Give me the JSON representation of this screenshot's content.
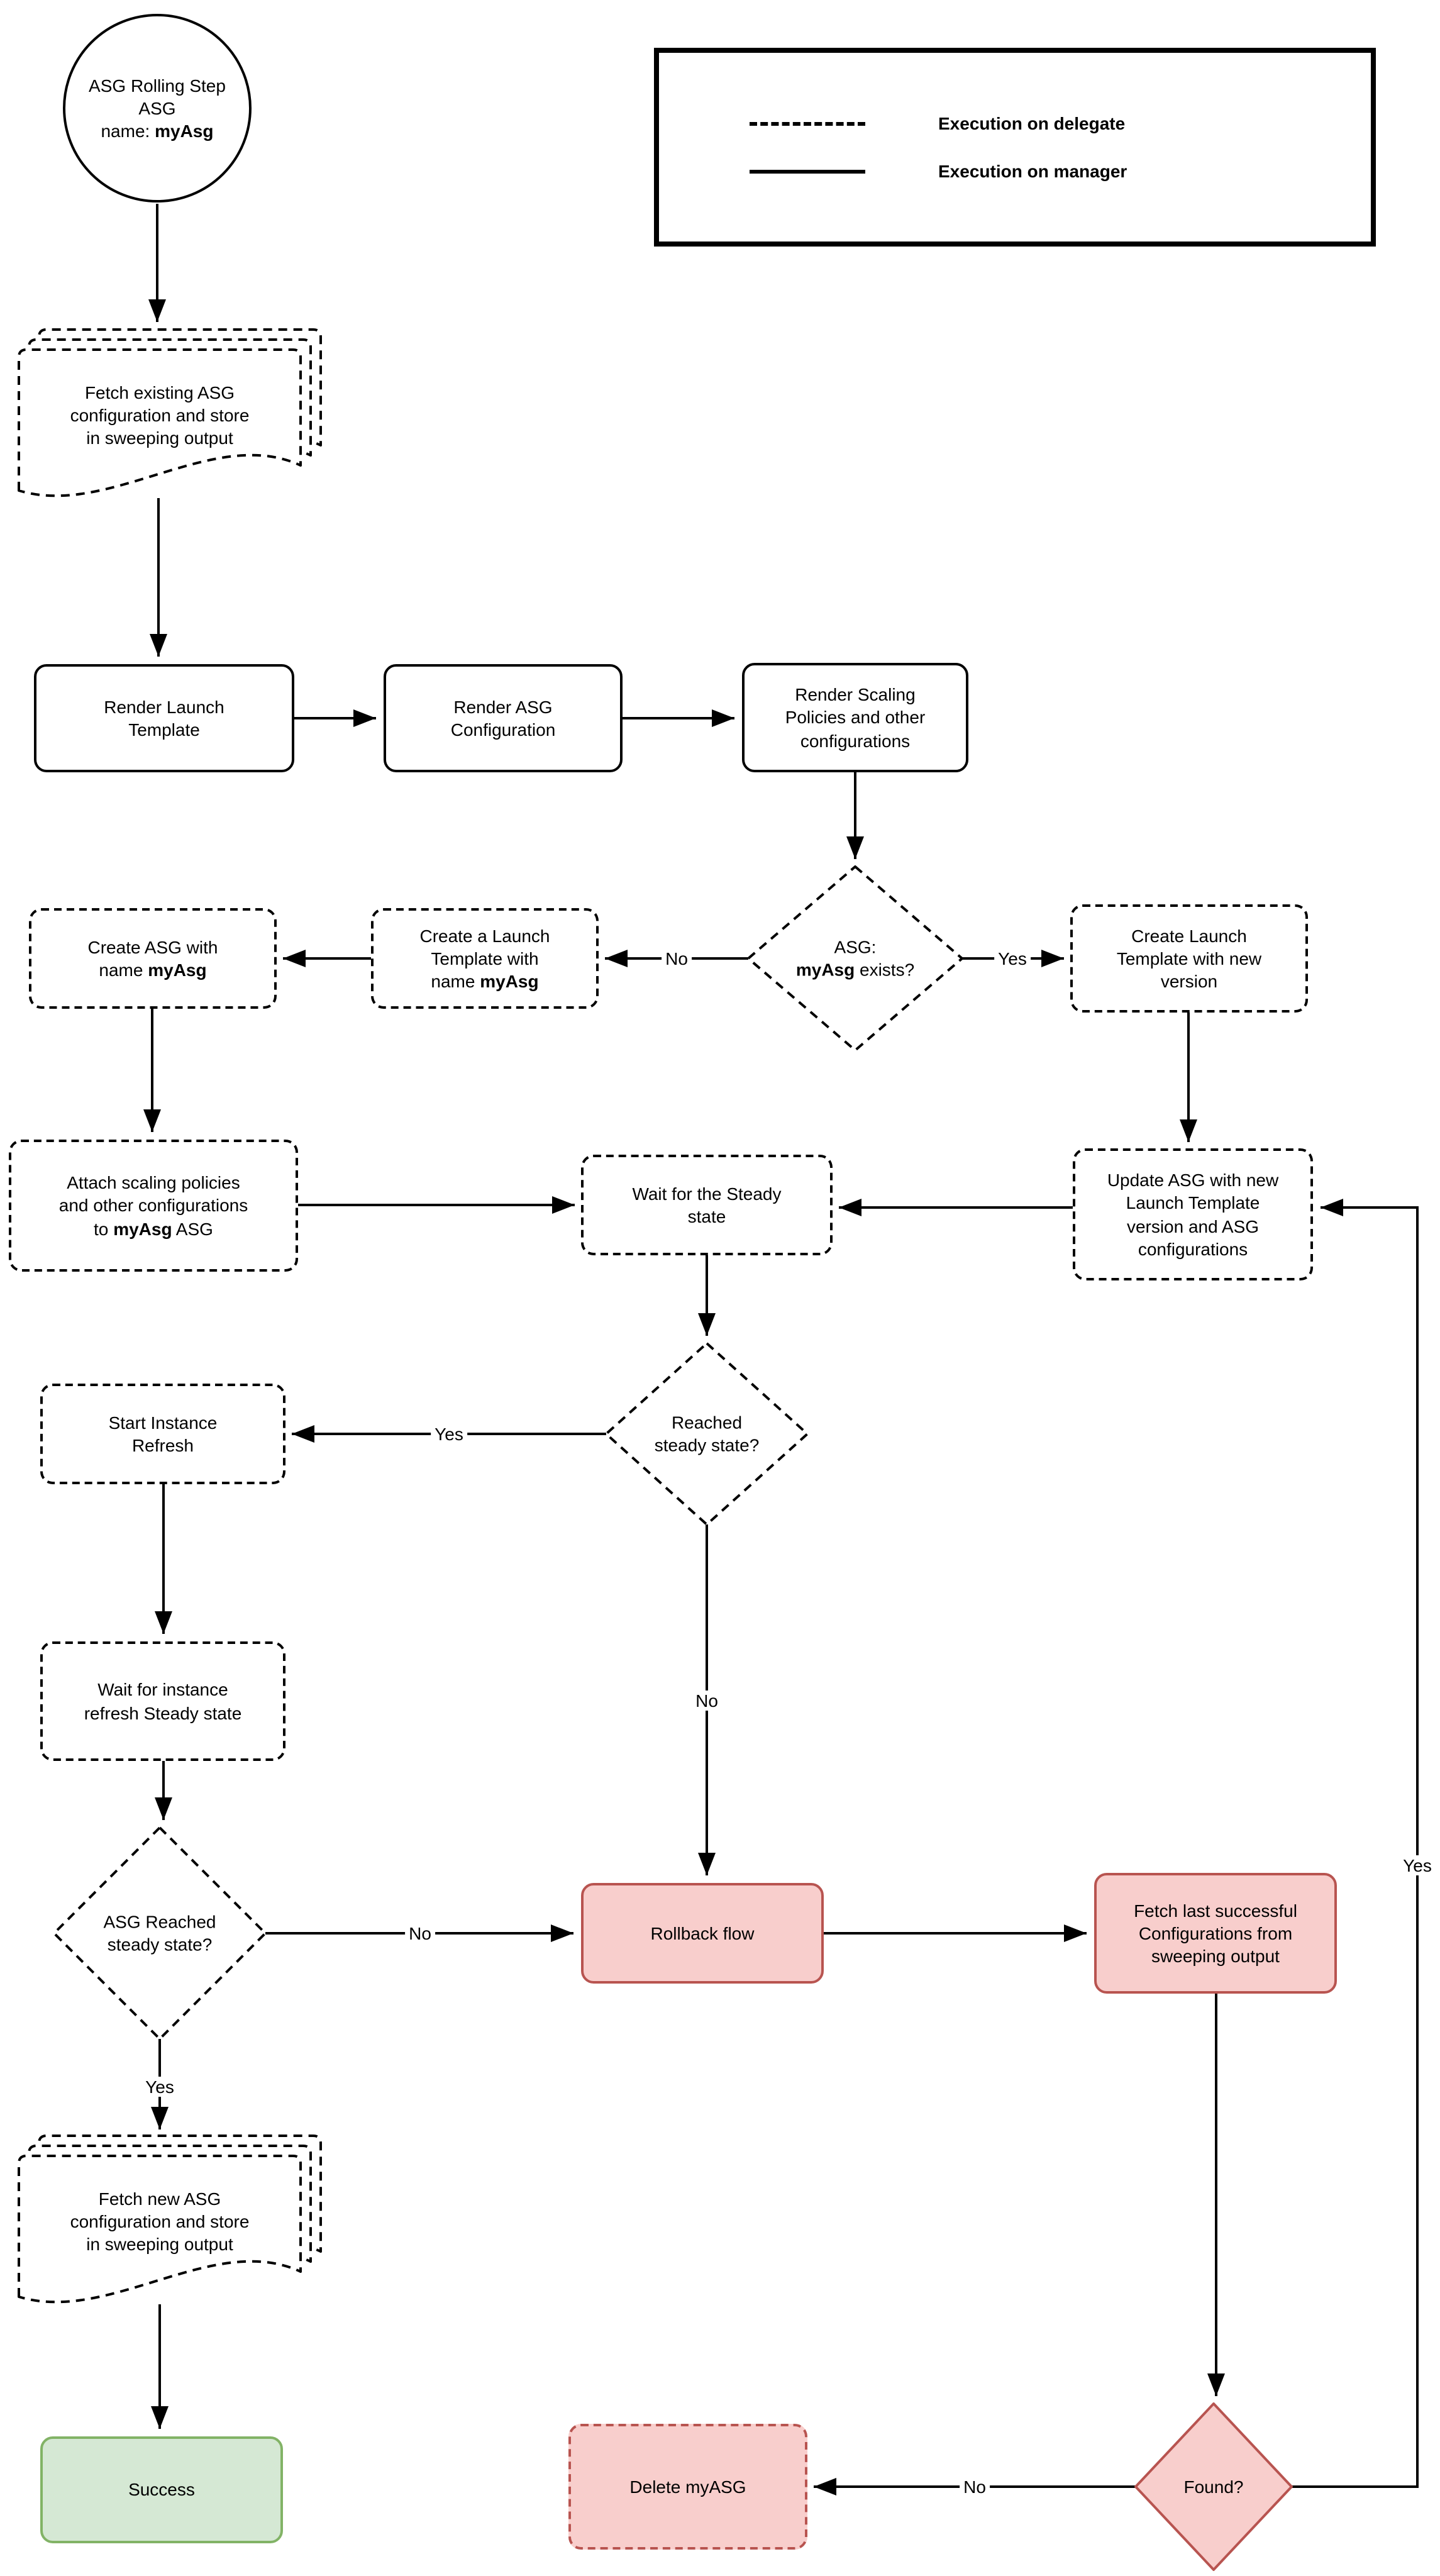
{
  "colors": {
    "red_fill": "#f8cecc",
    "red_stroke": "#b85450",
    "green_fill": "#d5e8d4",
    "green_stroke": "#82b366",
    "line": "#000000"
  },
  "legend": {
    "items": [
      {
        "style": "dashed",
        "label": "Execution on delegate"
      },
      {
        "style": "solid",
        "label": "Execution on manager"
      }
    ]
  },
  "nodes": {
    "start": {
      "lines": [
        [
          {
            "t": "ASG Rolling Step",
            "b": false
          }
        ],
        [
          {
            "t": "ASG",
            "b": false
          }
        ],
        [
          {
            "t": "name: ",
            "b": false
          },
          {
            "t": "myAsg",
            "b": true
          }
        ]
      ]
    },
    "fetch_existing": {
      "lines": [
        [
          {
            "t": "Fetch existing ASG",
            "b": false
          }
        ],
        [
          {
            "t": "configuration and store",
            "b": false
          }
        ],
        [
          {
            "t": "in sweeping output",
            "b": false
          }
        ]
      ]
    },
    "render_launch": {
      "lines": [
        [
          {
            "t": "Render Launch",
            "b": false
          }
        ],
        [
          {
            "t": "Template",
            "b": false
          }
        ]
      ]
    },
    "render_asg": {
      "lines": [
        [
          {
            "t": "Render ASG",
            "b": false
          }
        ],
        [
          {
            "t": "Configuration",
            "b": false
          }
        ]
      ]
    },
    "render_scaling": {
      "lines": [
        [
          {
            "t": "Render Scaling",
            "b": false
          }
        ],
        [
          {
            "t": "Policies and other",
            "b": false
          }
        ],
        [
          {
            "t": "configurations",
            "b": false
          }
        ]
      ]
    },
    "asg_exists": {
      "lines": [
        [
          {
            "t": "ASG:",
            "b": false
          }
        ],
        [
          {
            "t": "myAsg",
            "b": true
          },
          {
            "t": " exists?",
            "b": false
          }
        ]
      ]
    },
    "create_lt_myasg": {
      "lines": [
        [
          {
            "t": "Create a Launch",
            "b": false
          }
        ],
        [
          {
            "t": "Template with",
            "b": false
          }
        ],
        [
          {
            "t": "name ",
            "b": false
          },
          {
            "t": "myAsg",
            "b": true
          }
        ]
      ]
    },
    "create_asg": {
      "lines": [
        [
          {
            "t": "Create ASG with",
            "b": false
          }
        ],
        [
          {
            "t": "name ",
            "b": false
          },
          {
            "t": "myAsg",
            "b": true
          }
        ]
      ]
    },
    "create_lt_new": {
      "lines": [
        [
          {
            "t": "Create Launch",
            "b": false
          }
        ],
        [
          {
            "t": "Template with new",
            "b": false
          }
        ],
        [
          {
            "t": "version",
            "b": false
          }
        ]
      ]
    },
    "attach": {
      "lines": [
        [
          {
            "t": "Attach scaling policies",
            "b": false
          }
        ],
        [
          {
            "t": "and other configurations",
            "b": false
          }
        ],
        [
          {
            "t": "to ",
            "b": false
          },
          {
            "t": "myAsg",
            "b": true
          },
          {
            "t": " ASG",
            "b": false
          }
        ]
      ]
    },
    "wait_steady": {
      "lines": [
        [
          {
            "t": "Wait for the Steady",
            "b": false
          }
        ],
        [
          {
            "t": "state",
            "b": false
          }
        ]
      ]
    },
    "update_asg": {
      "lines": [
        [
          {
            "t": "Update ASG with new",
            "b": false
          }
        ],
        [
          {
            "t": "Launch Template",
            "b": false
          }
        ],
        [
          {
            "t": "version and ASG",
            "b": false
          }
        ],
        [
          {
            "t": "configurations",
            "b": false
          }
        ]
      ]
    },
    "reached_steady": {
      "lines": [
        [
          {
            "t": "Reached",
            "b": false
          }
        ],
        [
          {
            "t": "steady state?",
            "b": false
          }
        ]
      ]
    },
    "start_refresh": {
      "lines": [
        [
          {
            "t": "Start Instance",
            "b": false
          }
        ],
        [
          {
            "t": "Refresh",
            "b": false
          }
        ]
      ]
    },
    "wait_refresh": {
      "lines": [
        [
          {
            "t": "Wait for instance",
            "b": false
          }
        ],
        [
          {
            "t": "refresh Steady state",
            "b": false
          }
        ]
      ]
    },
    "asg_reached": {
      "lines": [
        [
          {
            "t": "ASG Reached",
            "b": false
          }
        ],
        [
          {
            "t": "steady state?",
            "b": false
          }
        ]
      ]
    },
    "rollback": {
      "lines": [
        [
          {
            "t": "Rollback flow",
            "b": false
          }
        ]
      ]
    },
    "fetch_last": {
      "lines": [
        [
          {
            "t": "Fetch last successful",
            "b": false
          }
        ],
        [
          {
            "t": "Configurations from",
            "b": false
          }
        ],
        [
          {
            "t": "sweeping output",
            "b": false
          }
        ]
      ]
    },
    "fetch_new": {
      "lines": [
        [
          {
            "t": "Fetch new ASG",
            "b": false
          }
        ],
        [
          {
            "t": "configuration and store",
            "b": false
          }
        ],
        [
          {
            "t": "in sweeping output",
            "b": false
          }
        ]
      ]
    },
    "success": {
      "lines": [
        [
          {
            "t": "Success",
            "b": false
          }
        ]
      ]
    },
    "delete_myasg": {
      "lines": [
        [
          {
            "t": "Delete myASG",
            "b": false
          }
        ]
      ]
    },
    "found": {
      "lines": [
        [
          {
            "t": "Found?",
            "b": false
          }
        ]
      ]
    }
  },
  "edge_labels": {
    "exists_no": "No",
    "exists_yes": "Yes",
    "reached_yes": "Yes",
    "reached_no": "No",
    "asg_reached_no": "No",
    "asg_reached_yes": "Yes",
    "found_no": "No",
    "found_yes": "Yes"
  }
}
